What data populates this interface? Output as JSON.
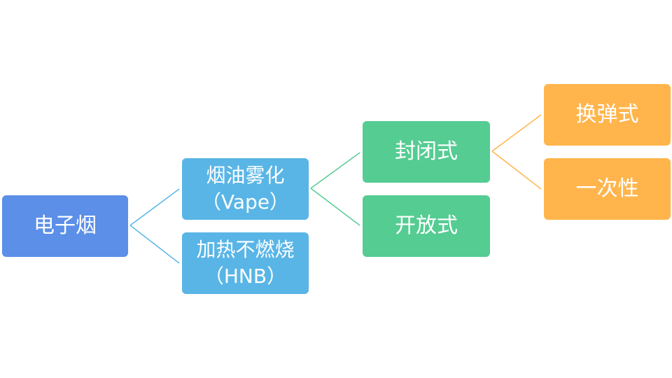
{
  "nodes": {
    "root": {
      "label": "电子烟"
    },
    "vape": {
      "line1": "烟油雾化",
      "line2": "（Vape）"
    },
    "hnb": {
      "line1": "加热不燃烧",
      "line2": "（HNB）"
    },
    "closed": {
      "label": "封闭式"
    },
    "open": {
      "label": "开放式"
    },
    "swap": {
      "label": "换弹式"
    },
    "disposable": {
      "label": "一次性"
    }
  },
  "colors": {
    "root": "#5B8FE8",
    "level1": "#59B5E6",
    "level2": "#55CC92",
    "level3": "#FFB54C",
    "text": "#FFFFFF"
  }
}
